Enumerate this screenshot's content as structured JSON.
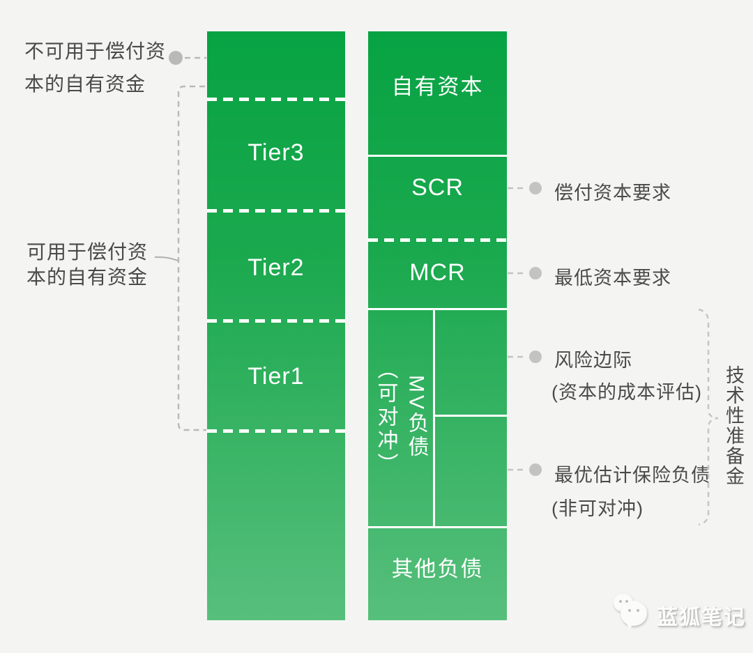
{
  "colors": {
    "background": "#f4f5f3",
    "bar_gradient_top": "#07a343",
    "bar_gradient_bottom": "#57bf7c",
    "divider": "#ffffff",
    "annotation_text": "#4a4a4a",
    "connector": "#bdbdbd"
  },
  "left_bar": {
    "tiers": [
      "Tier3",
      "Tier2",
      "Tier1"
    ]
  },
  "right_bar": {
    "own_funds": "自有资本",
    "scr": "SCR",
    "mcr": "MCR",
    "mv_liability": "MV负债\n（可对冲）",
    "other_liability": "其他负债"
  },
  "annotations": {
    "not_usable_own_funds": "不可用于偿付资\n本的自有资金",
    "usable_own_funds": "可用于偿付资\n本的自有资金",
    "scr_note": "偿付资本要求",
    "mcr_note": "最低资本要求",
    "risk_margin": "风险边际",
    "risk_margin_sub": "(资本的成本评估)",
    "best_estimate": "最优估计保险负债",
    "best_estimate_sub": "(非可对冲)",
    "technical_provisions": "技术性准备金"
  },
  "watermark": {
    "text": "蓝狐笔记"
  }
}
